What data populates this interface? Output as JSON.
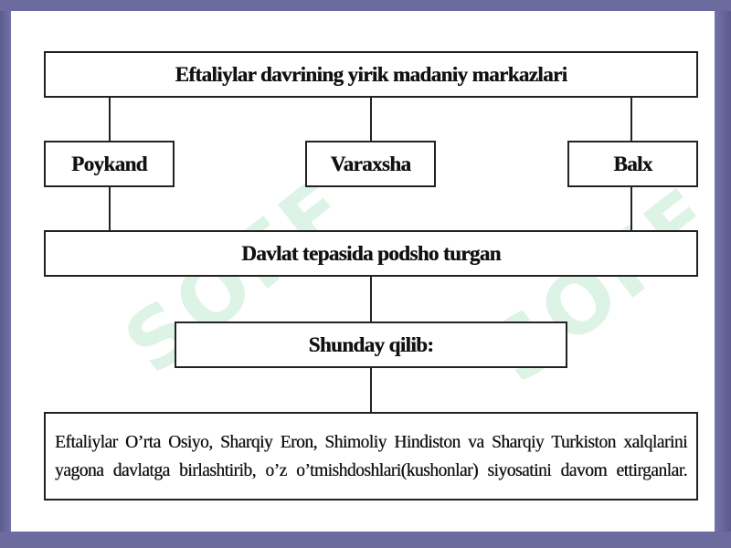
{
  "diagram": {
    "top_title": "Eftaliylar davrining yirik madaniy markazlari",
    "centers": [
      {
        "label": "Poykand"
      },
      {
        "label": "Varaxsha"
      },
      {
        "label": "Balx"
      }
    ],
    "ruler_box": "Davlat tepasida podsho turgan",
    "conclusion_label": "Shunday qilib:",
    "conclusion_text_line1": "Eftaliylar O’rta Osiyo, Sharqiy Eron, Shimoliy Hindiston va Sharqiy Turkiston xalqlarini",
    "conclusion_text_line2": "yagona davlatga birlashtirib, o’z o’tmishdoshlari(kushonlar) siyosatini davom ettirganlar."
  },
  "watermark": {
    "text": "SOFF",
    "color": "#3cbe6e"
  },
  "colors": {
    "frame": "#6b6b9e",
    "line": "#222222"
  }
}
